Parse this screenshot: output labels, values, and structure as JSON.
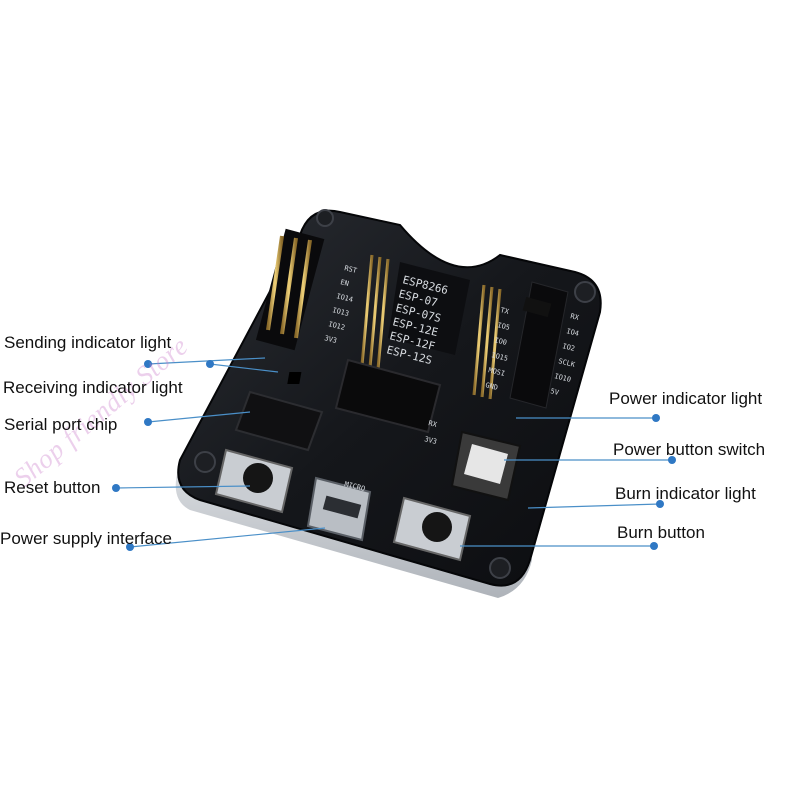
{
  "image": {
    "description_subject": "ESP8266 programmer test board",
    "colors": {
      "board": "#16181c",
      "leader_line": "#4a8fc8",
      "dot": "#2f78c4"
    }
  },
  "board": {
    "module_labels": [
      "ESP8266",
      "ESP-07",
      "ESP-07S",
      "ESP-12E",
      "ESP-12F",
      "ESP-12S"
    ],
    "left_pin_labels": [
      "RST",
      "EN",
      "IO14",
      "IO13",
      "IO12",
      "3V3"
    ],
    "right_pin_labels": [
      "TX",
      "IO5",
      "IO0",
      "IO15",
      "MOSI",
      "GND"
    ],
    "far_right_pin_labels": [
      "RX",
      "IO4",
      "IO2",
      "SCLK",
      "IO10",
      "5V"
    ],
    "usb_label": "MICRO",
    "rx_label": "RX",
    "v33_label": "3V3"
  },
  "callouts": {
    "sending_indicator": "Sending indicator light",
    "receiving_indicator": "Receiving indicator light",
    "serial_chip": "Serial port chip",
    "reset_button": "Reset button",
    "power_supply": "Power supply interface",
    "power_indicator": "Power indicator light",
    "power_switch": "Power button switch",
    "burn_indicator": "Burn indicator light",
    "burn_button": "Burn button"
  },
  "watermark": "Shop friendly Store"
}
